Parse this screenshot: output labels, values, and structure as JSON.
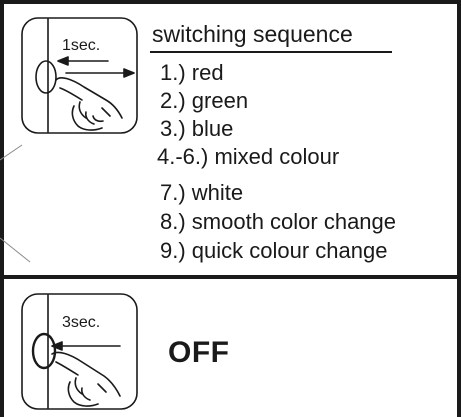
{
  "panels": {
    "top": {
      "duration_label": "1sec.",
      "heading": "switching sequence",
      "items": [
        "1.) red",
        "2.) green",
        "3.) blue",
        "4.-6.) mixed colour",
        "7.) white",
        "8.) smooth color change",
        "9.) quick colour change"
      ]
    },
    "bottom": {
      "duration_label": "3sec.",
      "action": "OFF"
    }
  }
}
